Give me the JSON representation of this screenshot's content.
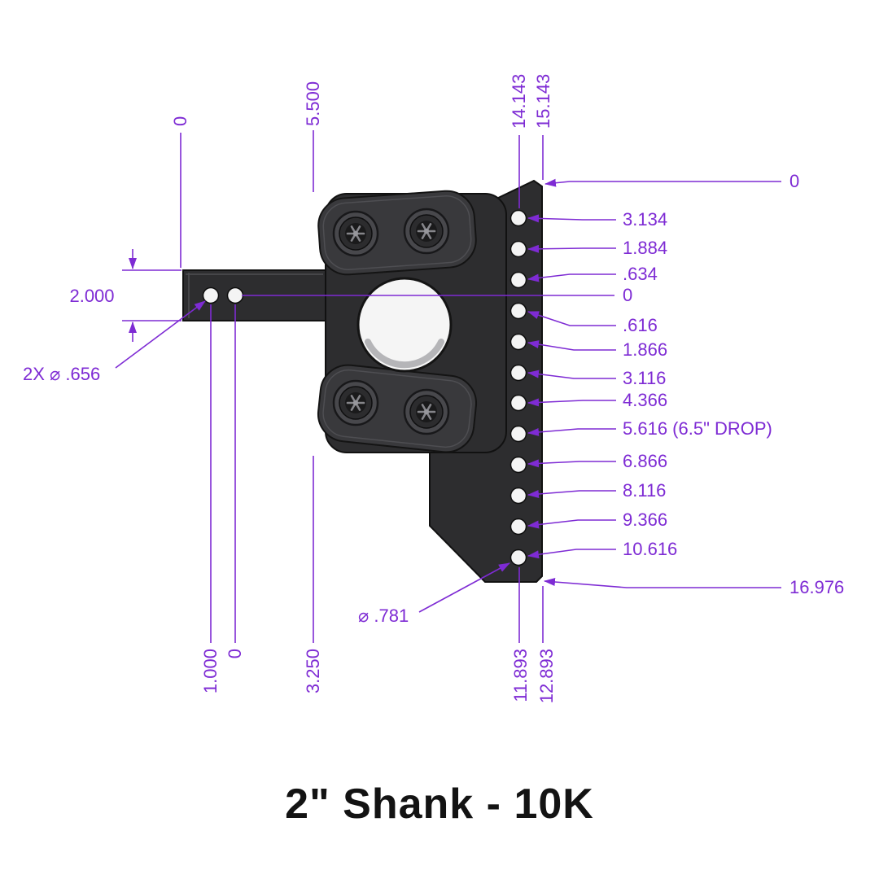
{
  "title": "2\" Shank - 10K",
  "colors": {
    "dimension": "#7E2BD4",
    "title": "#131313",
    "background": "#ffffff",
    "part_dark": "#2d2d2f",
    "part_mid": "#39393c",
    "hole_fill": "#f4f4f4"
  },
  "dims": {
    "top": [
      "0",
      "5.500",
      "14.143",
      "15.143"
    ],
    "bottom": [
      "1.000",
      "0",
      "3.250",
      "11.893",
      "12.893"
    ],
    "right": [
      "3.134",
      "1.884",
      ".634",
      "0",
      ".616",
      "1.866",
      "3.116",
      "4.366",
      "5.616 (6.5\" DROP)",
      "6.866",
      "8.116",
      "9.366",
      "10.616"
    ],
    "far_right": [
      "0",
      "16.976"
    ],
    "left": {
      "shank_height": "2.000",
      "shank_holes": "2X ⌀ .656"
    },
    "plate_hole": "⌀ .781"
  }
}
